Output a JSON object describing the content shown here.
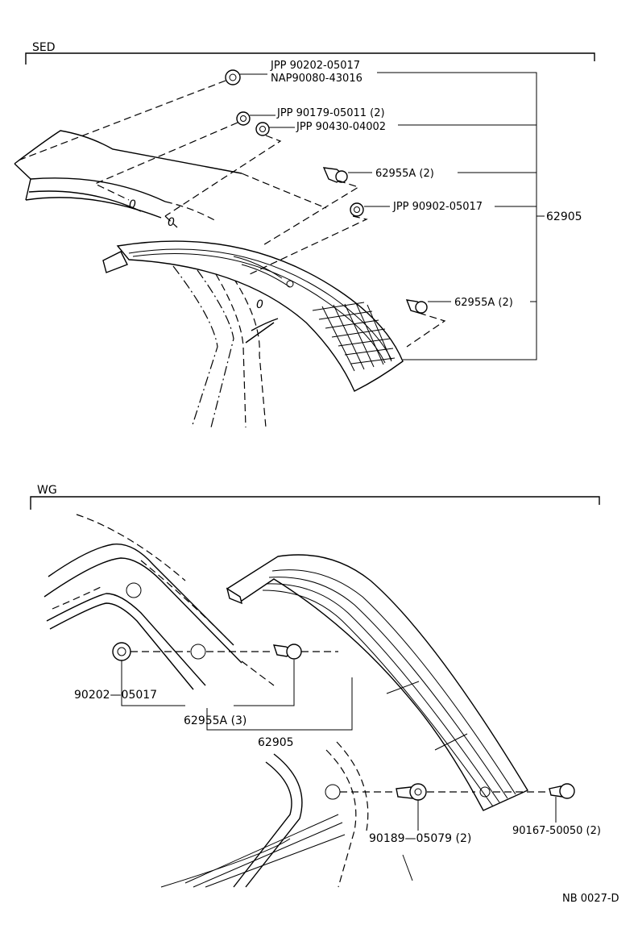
{
  "diagram": {
    "sed_section": {
      "label": "SED",
      "callouts": {
        "jpp_90202": "JPP  90202-05017",
        "nap_90080": "NAP90080-43016",
        "jpp_90179": "JPP  90179-05011 (2)",
        "jpp_90430": "JPP  90430-04002",
        "clip_a_upper": "62955A (2)",
        "jpp_90902": "JPP  90902-05017",
        "assembly": "62905",
        "clip_a_lower": "62955A (2)"
      },
      "marks": [
        "0",
        "0",
        "0"
      ]
    },
    "wg_section": {
      "label": "WG",
      "callouts": {
        "nut_90202": "90202—05017",
        "clip_a": "62955A (3)",
        "assembly": "62905",
        "clip_90189": "90189—05079 (2)",
        "screw_90167": "90167-50050 (2)"
      }
    },
    "drawing_code": "NB 0027-D"
  }
}
